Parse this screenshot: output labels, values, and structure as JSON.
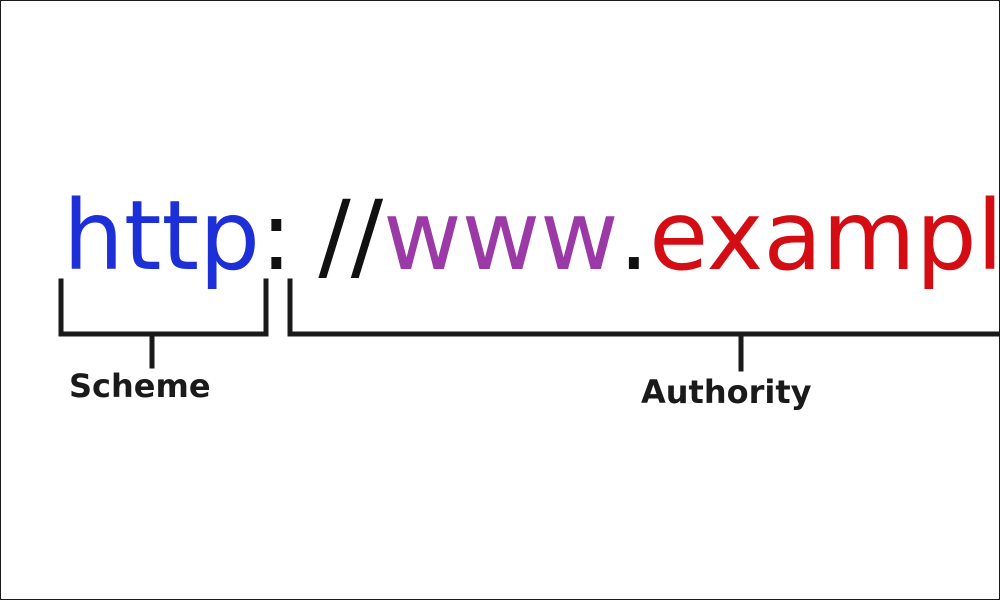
{
  "url": {
    "scheme": "http",
    "colon": ":",
    "slashes": "//",
    "subdomain": "www",
    "dot": ".",
    "domain": "example"
  },
  "labels": {
    "scheme": "Scheme",
    "authority": "Authority"
  },
  "colors": {
    "scheme": "#1d2fd6",
    "subdomain": "#9b3aa6",
    "domain": "#d40d14",
    "separators": "#111111",
    "brackets": "#1a1a1a"
  }
}
